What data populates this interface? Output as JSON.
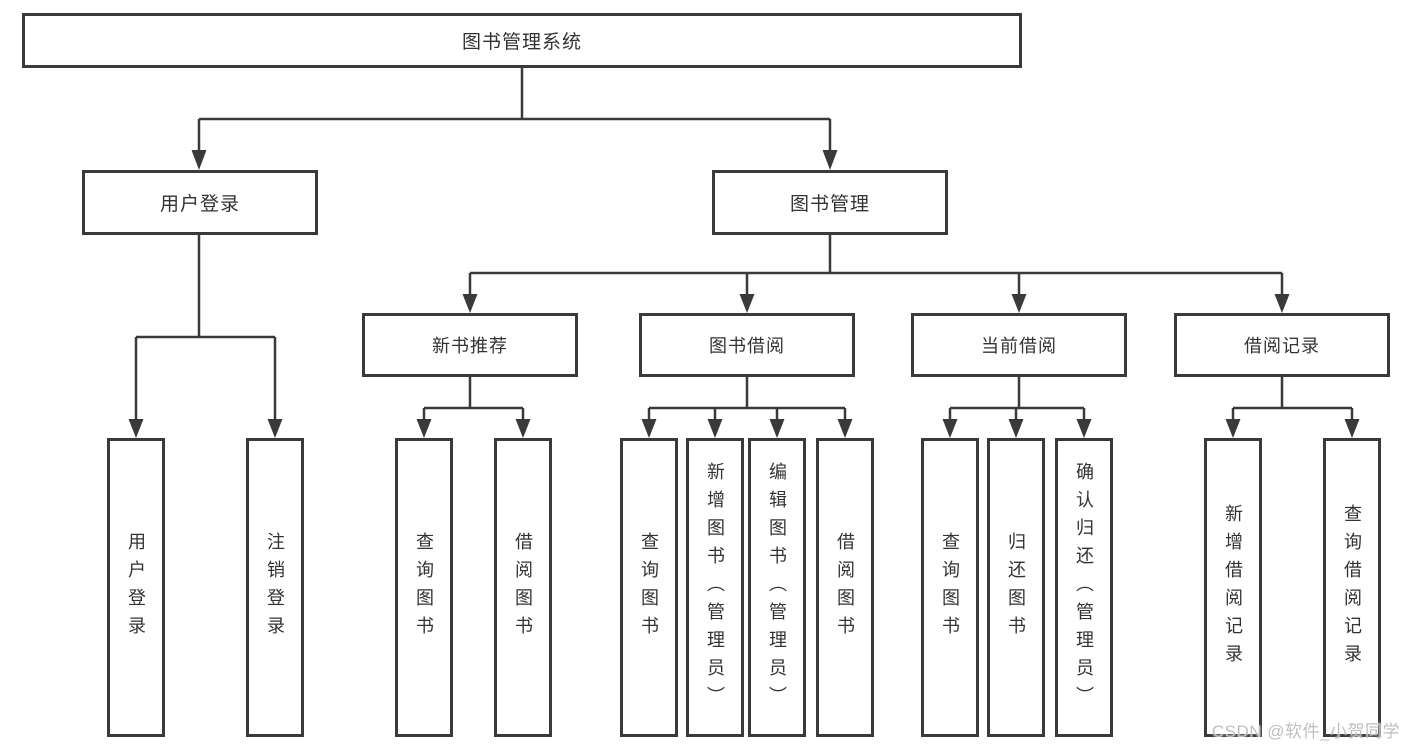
{
  "diagram": {
    "root": {
      "label": "图书管理系统"
    },
    "branches": [
      {
        "label": "用户登录",
        "children": [
          {
            "label": "用户登录"
          },
          {
            "label": "注销登录"
          }
        ]
      },
      {
        "label": "图书管理",
        "sections": [
          {
            "label": "新书推荐",
            "children": [
              {
                "label": "查询图书"
              },
              {
                "label": "借阅图书"
              }
            ]
          },
          {
            "label": "图书借阅",
            "children": [
              {
                "label": "查询图书"
              },
              {
                "label": "新增图书（管理员）"
              },
              {
                "label": "编辑图书（管理员）"
              },
              {
                "label": "借阅图书"
              }
            ]
          },
          {
            "label": "当前借阅",
            "children": [
              {
                "label": "查询图书"
              },
              {
                "label": "归还图书"
              },
              {
                "label": "确认归还（管理员）"
              }
            ]
          },
          {
            "label": "借阅记录",
            "children": [
              {
                "label": "新增借阅记录"
              },
              {
                "label": "查询借阅记录"
              }
            ]
          }
        ]
      }
    ]
  },
  "watermark": "CSDN @软件_小贺同学",
  "colors": {
    "line": "#3a3a3a",
    "text": "#333333",
    "watermark": "#bfbfbf",
    "background": "#ffffff"
  }
}
